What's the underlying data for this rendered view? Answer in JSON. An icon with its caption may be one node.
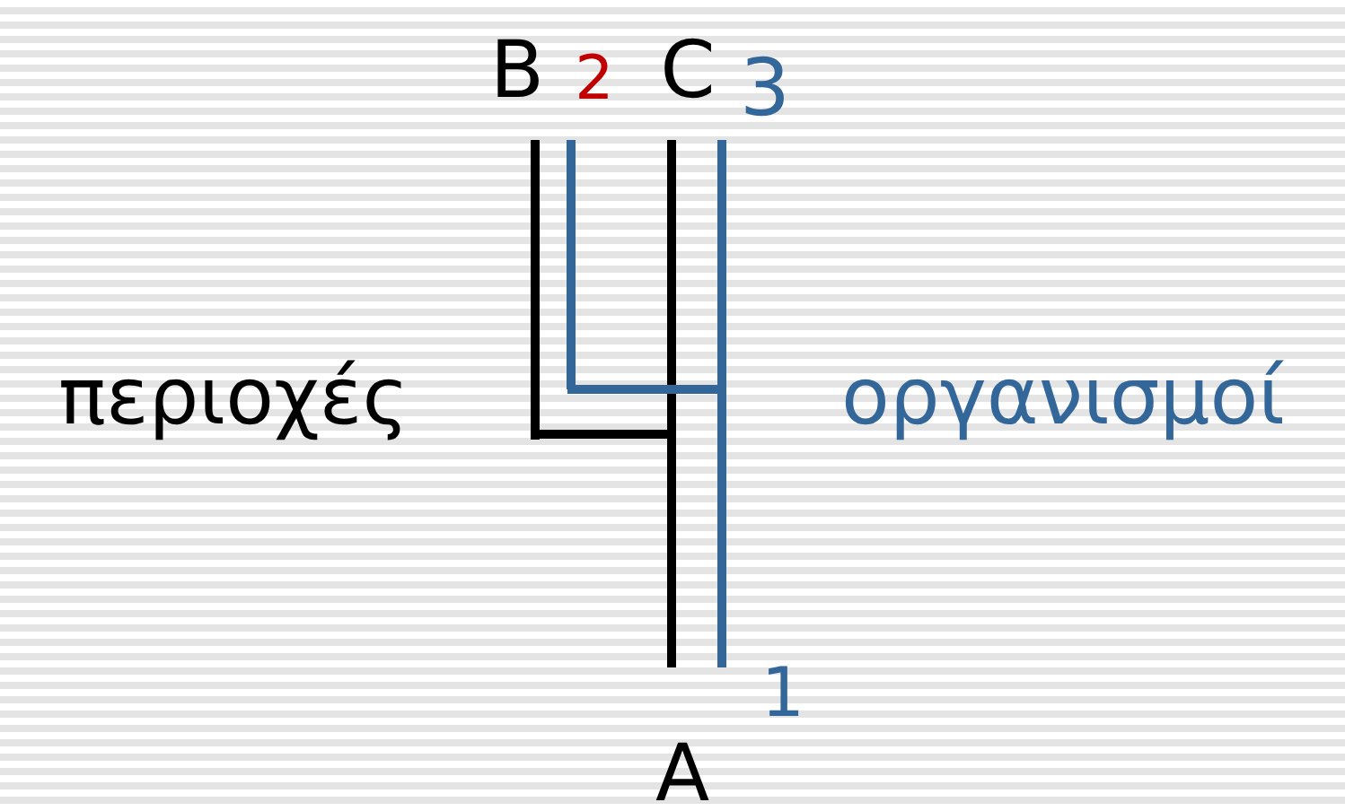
{
  "diagram": {
    "labels": [
      "B",
      "2",
      "C",
      "3",
      "περιοχές",
      "οργανισμοί",
      "1",
      "A"
    ]
  }
}
